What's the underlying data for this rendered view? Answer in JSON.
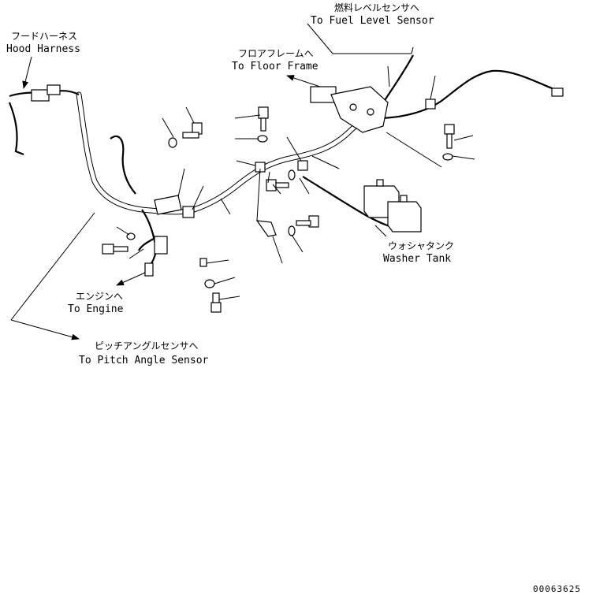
{
  "labels": {
    "hood_harness_jp": "フードハーネス",
    "hood_harness_en": "Hood Harness",
    "fuel_level_jp": "燃料レベルセンサへ",
    "fuel_level_en": "To Fuel Level Sensor",
    "floor_frame_jp": "フロアフレームへ",
    "floor_frame_en": "To Floor Frame",
    "washer_tank_jp": "ウォシャタンク",
    "washer_tank_en": "Washer Tank",
    "engine_jp": "エンジンへ",
    "engine_en": "To Engine",
    "pitch_angle_jp": "ピッチアングルセンサへ",
    "pitch_angle_en": "To Pitch Angle Sensor"
  },
  "drawing_code": "00063625"
}
